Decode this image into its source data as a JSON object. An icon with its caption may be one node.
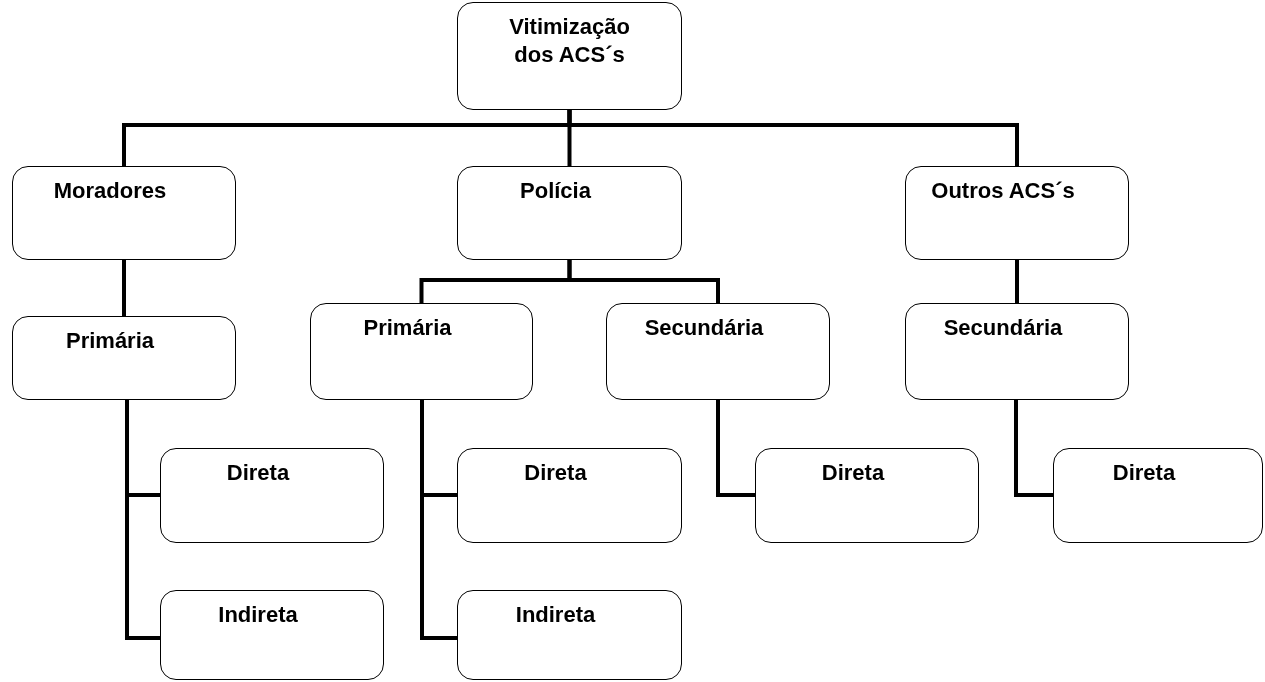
{
  "diagram": {
    "nodes": [
      {
        "text": [
          "Vitimização dos ACS´s"
        ]
      },
      {
        "text": [
          "Moradores"
        ]
      },
      {
        "text": [
          "Polícia"
        ]
      },
      {
        "text": [
          "Outros ACS´s"
        ]
      },
      {
        "text": [
          "Primária"
        ]
      },
      {
        "text": [
          "Primária"
        ]
      },
      {
        "text": [
          "Secundária"
        ]
      },
      {
        "text": [
          "Secundária"
        ]
      },
      {
        "text": [
          "Direta"
        ]
      },
      {
        "text": [
          "Indireta"
        ]
      },
      {
        "text": [
          "Direta"
        ]
      },
      {
        "text": [
          "Indireta"
        ]
      },
      {
        "text": [
          "Direta"
        ]
      },
      {
        "text": [
          "Direta"
        ]
      }
    ],
    "edges": [
      {
        "from": 0,
        "to": 1,
        "arrow": "none"
      },
      {
        "from": 0,
        "to": 2,
        "arrow": "none"
      },
      {
        "from": 0,
        "to": 3,
        "arrow": "none"
      },
      {
        "from": 1,
        "to": 4,
        "arrow": "none"
      },
      {
        "from": 2,
        "to": 5,
        "arrow": "none"
      },
      {
        "from": 2,
        "to": 6,
        "arrow": "none"
      },
      {
        "from": 3,
        "to": 7,
        "arrow": "none"
      },
      {
        "from": 4,
        "to": 8,
        "arrow": "none"
      },
      {
        "from": 4,
        "to": 9,
        "arrow": "none"
      },
      {
        "from": 5,
        "to": 10,
        "arrow": "none"
      },
      {
        "from": 5,
        "to": 11,
        "arrow": "none"
      },
      {
        "from": 6,
        "to": 12,
        "arrow": "none"
      },
      {
        "from": 7,
        "to": 13,
        "arrow": "none"
      }
    ]
  }
}
